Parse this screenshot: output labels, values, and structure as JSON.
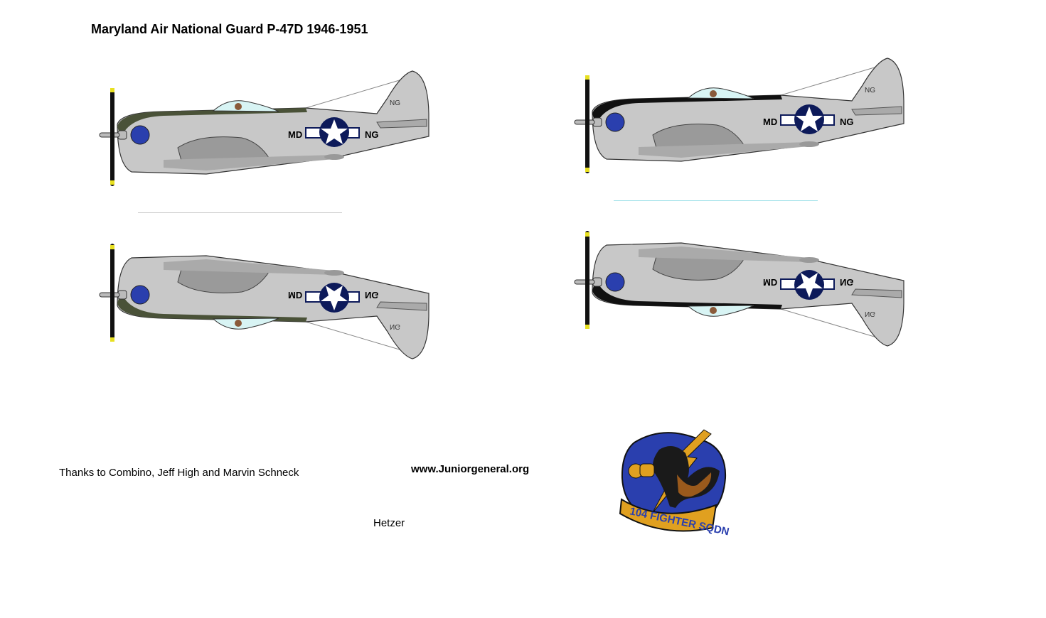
{
  "title": "Maryland Air National Guard P-47D 1946-1951",
  "credits": "Thanks to Combino, Jeff High and Marvin Schneck",
  "website": "www.Juniorgeneral.org",
  "author": "Hetzer",
  "planes": [
    {
      "view": "left-side",
      "spine_color": "#4a5238",
      "state_code": "MD",
      "unit_code": "NG",
      "fin_code": "NG"
    },
    {
      "view": "left-side",
      "spine_color": "#111111",
      "state_code": "MD",
      "unit_code": "NG",
      "fin_code": "NG"
    },
    {
      "view": "left-side-flipped",
      "spine_color": "#4a5238",
      "state_code": "MD",
      "unit_code": "NG",
      "fin_code": "NG"
    },
    {
      "view": "left-side-flipped",
      "spine_color": "#111111",
      "state_code": "MD",
      "unit_code": "NG",
      "fin_code": "NG"
    }
  ],
  "badge": {
    "text": "104 FIGHTER SQDN",
    "colors": {
      "field": "#2a3fae",
      "gold": "#e0a020",
      "bird": "#1a1a1a"
    }
  },
  "colors": {
    "aluminum": "#c8c8c8",
    "roundel": "#0d1a5a",
    "canopy": "#d8f4f4"
  }
}
